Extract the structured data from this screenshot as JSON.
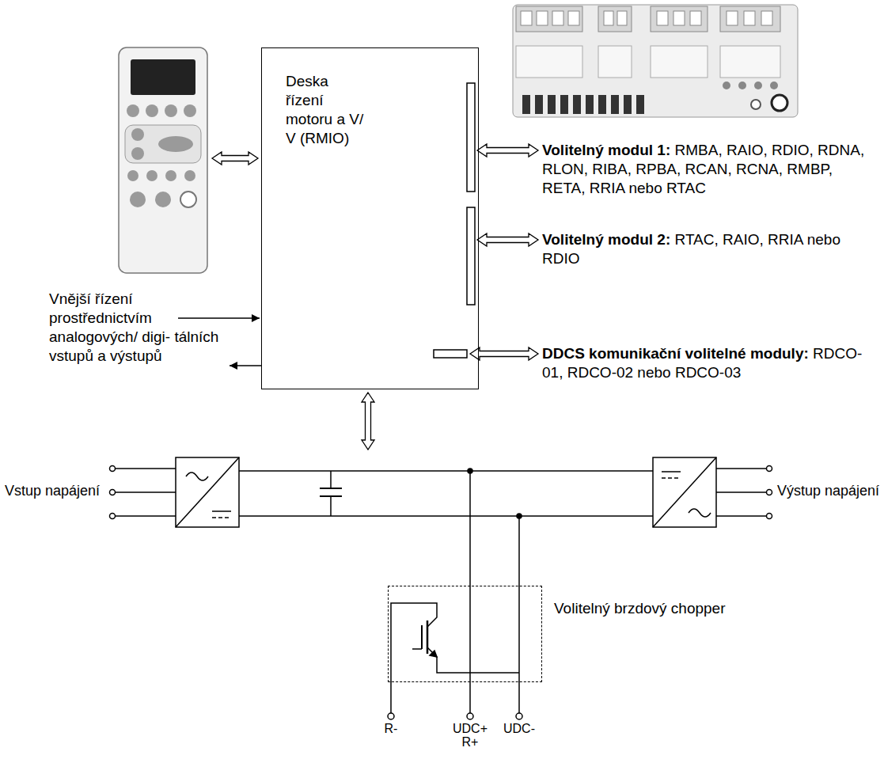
{
  "diagram": {
    "nodes": [
      {
        "text": [
          "Deska řízení motoru a V/ V (RMIO)"
        ]
      },
      {
        "text": [
          "Volitelný brzdový chopper"
        ]
      }
    ],
    "labels": [
      "Volitelný modul 1:",
      "RMBA, RAIO, RDIO, RDNA, RLON, RIBA, RPBA, RCAN, RCNA, RMBP, RETA, RRIA nebo RTAC",
      "Volitelný modul 2:",
      "RTAC, RAIO, RRIA nebo RDIO",
      "DDCS komunikační volitelné moduly:",
      "RDCO-01, RDCO-02 nebo RDCO-03",
      "Vnější řízení prostřednictvím analogových/ digi- tálních vstupů a výstupů",
      "Vstup napájení",
      "Výstup napájení",
      "R-",
      "UDC+",
      "R+",
      "UDC-"
    ]
  }
}
